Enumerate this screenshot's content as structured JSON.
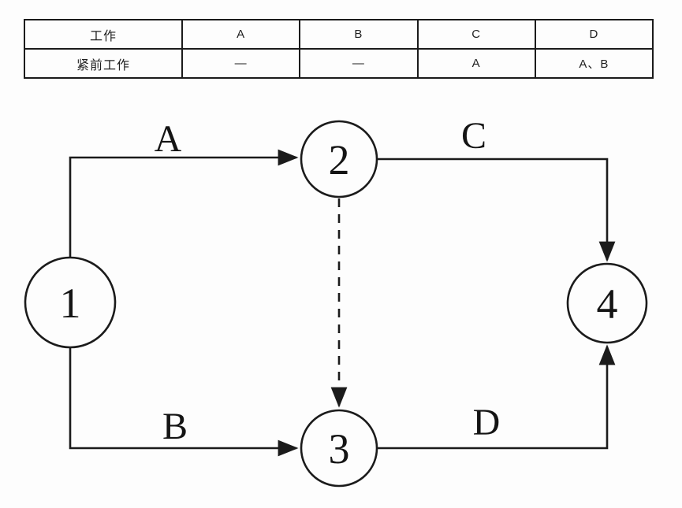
{
  "table": {
    "rows": [
      {
        "header": "工作",
        "cells": [
          "A",
          "B",
          "C",
          "D"
        ]
      },
      {
        "header": "紧前工作",
        "cells": [
          "—",
          "—",
          "A",
          "A、B"
        ]
      }
    ]
  },
  "diagram": {
    "nodes": [
      {
        "label": "1"
      },
      {
        "label": "2"
      },
      {
        "label": "3"
      },
      {
        "label": "4"
      }
    ],
    "edges": [
      {
        "from": "1",
        "to": "2",
        "label": "A",
        "style": "solid"
      },
      {
        "from": "1",
        "to": "3",
        "label": "B",
        "style": "solid"
      },
      {
        "from": "2",
        "to": "4",
        "label": "C",
        "style": "solid"
      },
      {
        "from": "3",
        "to": "4",
        "label": "D",
        "style": "solid"
      },
      {
        "from": "2",
        "to": "3",
        "label": "",
        "style": "dashed"
      }
    ],
    "line_color": "#1b1b1b"
  }
}
